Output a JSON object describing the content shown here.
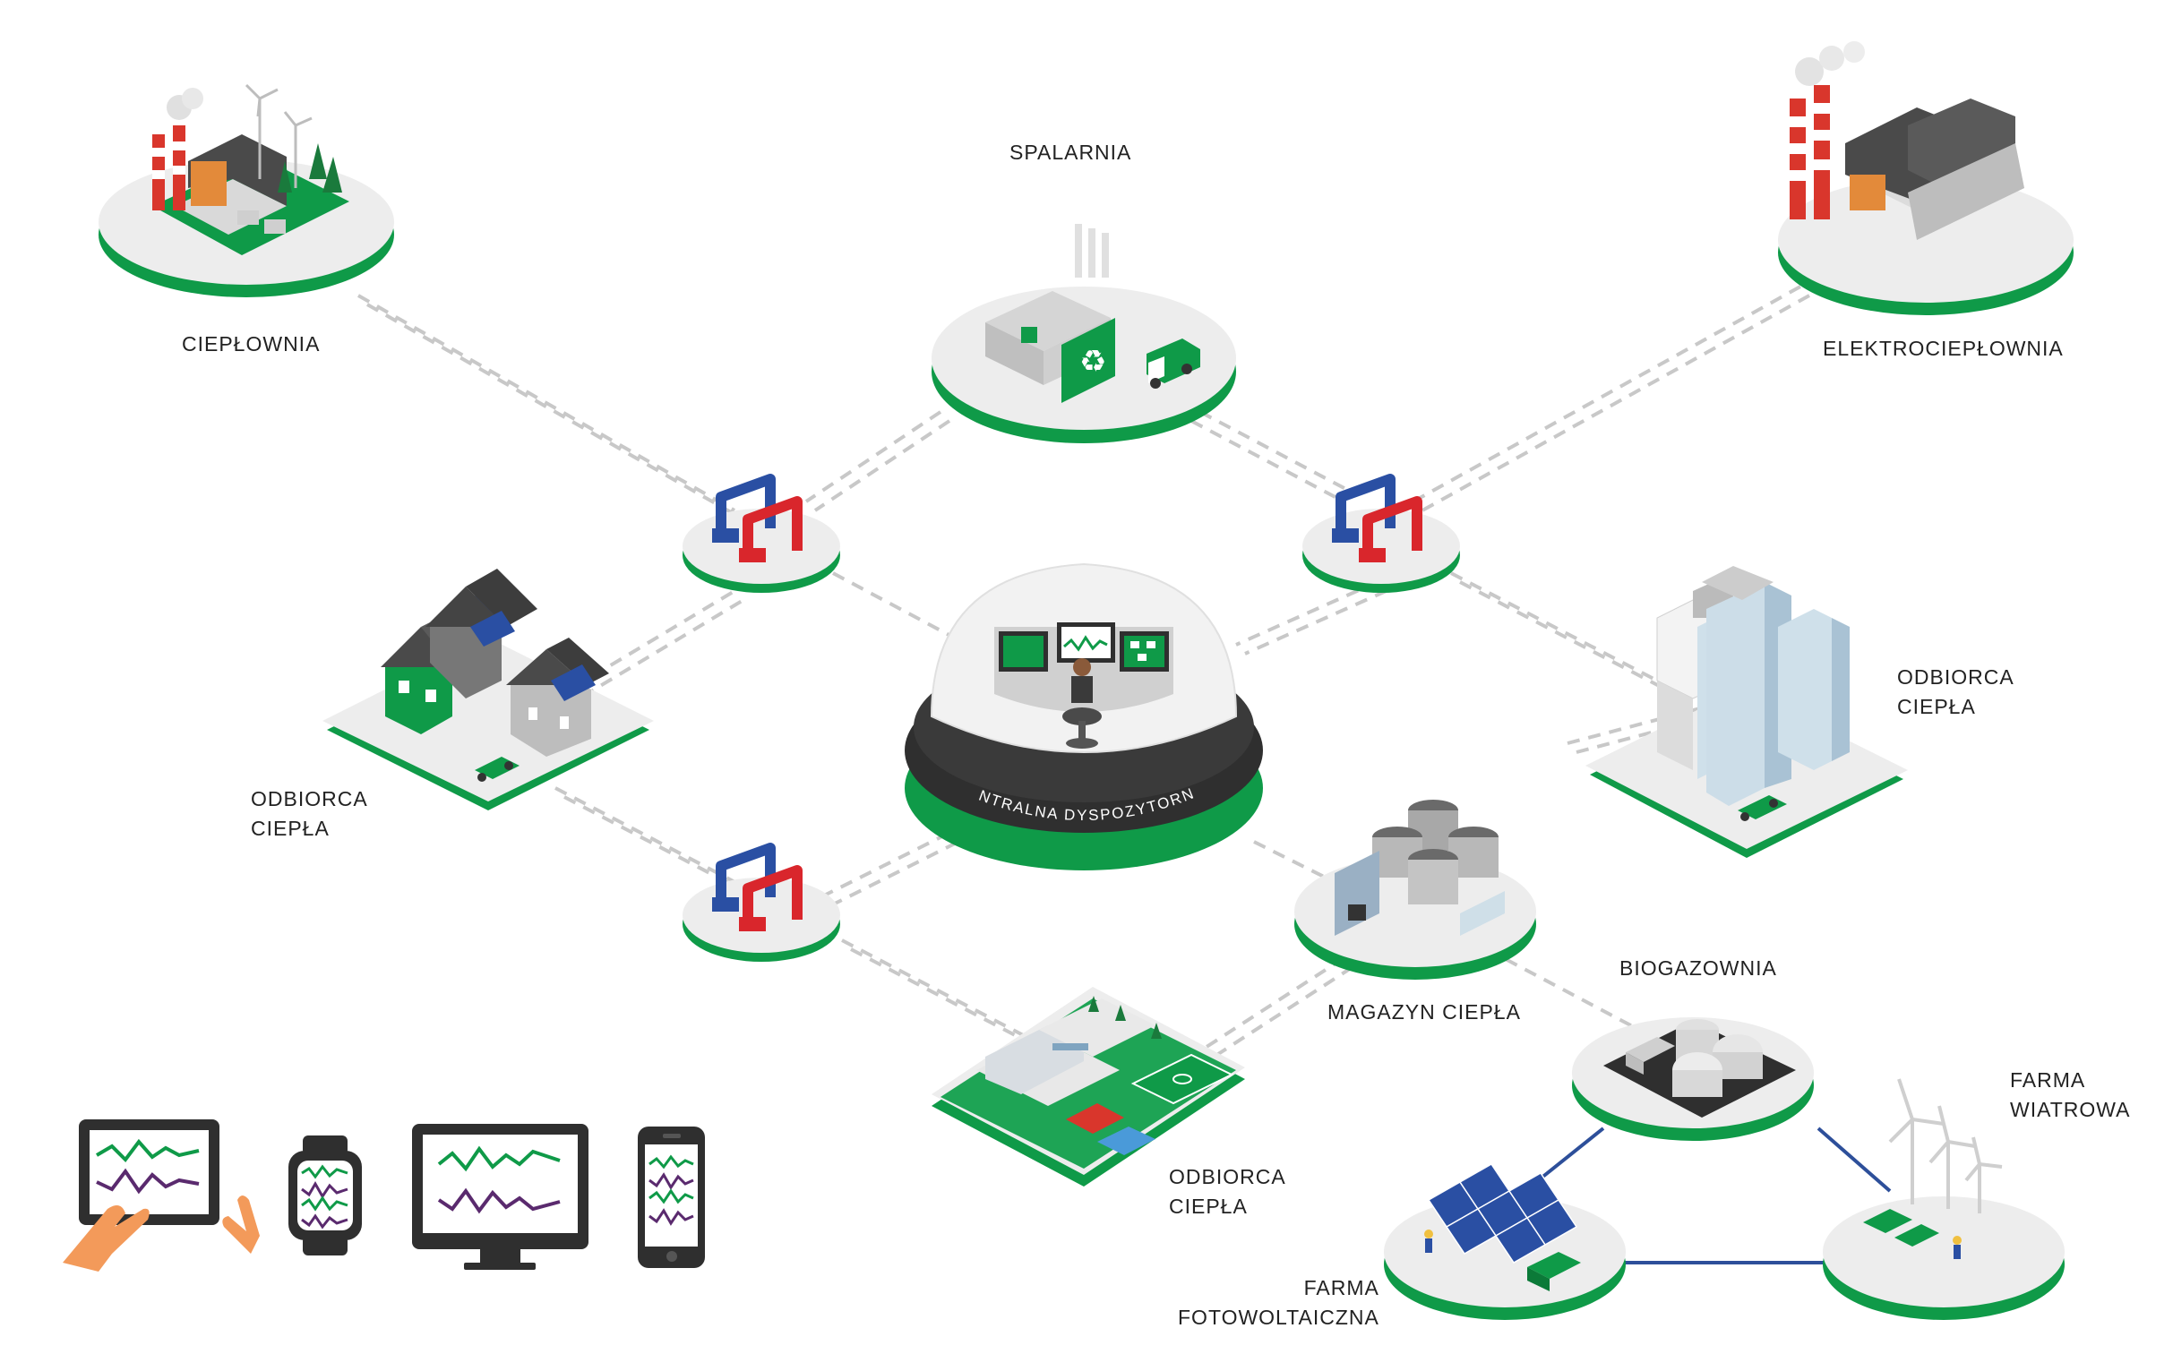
{
  "labels": {
    "cieplownia": "CIEPŁOWNIA",
    "spalarnia": "SPALARNIA",
    "elektrocieplownia": "ELEKTROCIEPŁOWNIA",
    "odbiorca_left_1": "ODBIORCA",
    "odbiorca_left_2": "CIEPŁA",
    "odbiorca_right_1": "ODBIORCA",
    "odbiorca_right_2": "CIEPŁA",
    "odbiorca_bottom_1": "ODBIORCA",
    "odbiorca_bottom_2": "CIEPŁA",
    "magazyn": "MAGAZYN CIEPŁA",
    "biogazownia": "BIOGAZOWNIA",
    "farma_wiatrowa_1": "FARMA",
    "farma_wiatrowa_2": "WIATROWA",
    "farma_pv_1": "FARMA",
    "farma_pv_2": "FOTOWOLTAICZNA",
    "dispatch": "CENTRALNA DYSPOZYTORNIA"
  },
  "colors": {
    "brand_green": "#0f9a48",
    "pipe_red": "#d9262c",
    "pipe_blue": "#2a4fa3",
    "dashed_line": "#c8c8c8",
    "solid_line": "#2d4f9a",
    "platform": "#ececec",
    "chart_purple": "#5a2a6e"
  },
  "icons": [
    "factory-icon",
    "wind-turbine-icon",
    "incinerator-icon",
    "power-plant-icon",
    "heat-exchanger-icon",
    "control-room-icon",
    "houses-icon",
    "office-buildings-icon",
    "heat-storage-icon",
    "campus-icon",
    "biogas-plant-icon",
    "solar-panel-icon",
    "tablet-icon",
    "smartwatch-icon",
    "monitor-icon",
    "smartphone-icon"
  ]
}
